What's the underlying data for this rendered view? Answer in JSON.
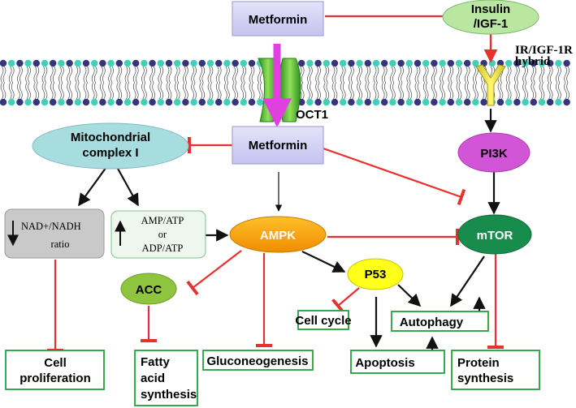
{
  "nodes": {
    "metformin_top": "Metformin",
    "insulin_line1": "Insulin",
    "insulin_line2": "/IGF-1",
    "receptor_line1": "IR/IGF-1R",
    "receptor_line2": "hybrid",
    "oct1": "OCT1",
    "metformin_mid": "Metformin",
    "mito_line1": "Mitochondrial",
    "mito_line2": "complex I",
    "pi3k": "PI3K",
    "nad_line1": "NAD+/NADH",
    "nad_line2": "ratio",
    "amp_line1": "AMP/ATP",
    "amp_line2": "or",
    "amp_line3": "ADP/ATP",
    "ampk": "AMPK",
    "mtor": "mTOR",
    "p53": "P53",
    "acc": "ACC",
    "cell_cycle": "Cell cycle",
    "autophagy": "Autophagy",
    "cell_prolif_line1": "Cell",
    "cell_prolif_line2": "proliferation",
    "fatty_line1": "Fatty",
    "fatty_line2": "acid",
    "fatty_line3": "synthesis",
    "gluconeogenesis": "Gluconeogenesis",
    "apoptosis": "Apoptosis",
    "protein_line1": "Protein",
    "protein_line2": "synthesis"
  },
  "colors": {
    "inhibit": "#e8302f",
    "activate": "#111111",
    "transport": "#e040e0",
    "metformin_fill": "#cfcdf3",
    "insulin_fill": "#b9e6a1",
    "mito_fill": "#a8dde0",
    "pi3k_fill": "#d255d8",
    "mtor_fill": "#188c4c",
    "ampk_fill": "#f6a400",
    "p53_fill": "#ffff1a",
    "acc_fill": "#8fc43f",
    "outcome_border": "#22a03a",
    "membrane_head_a": "#36347a",
    "membrane_head_b": "#3fd1b8"
  }
}
